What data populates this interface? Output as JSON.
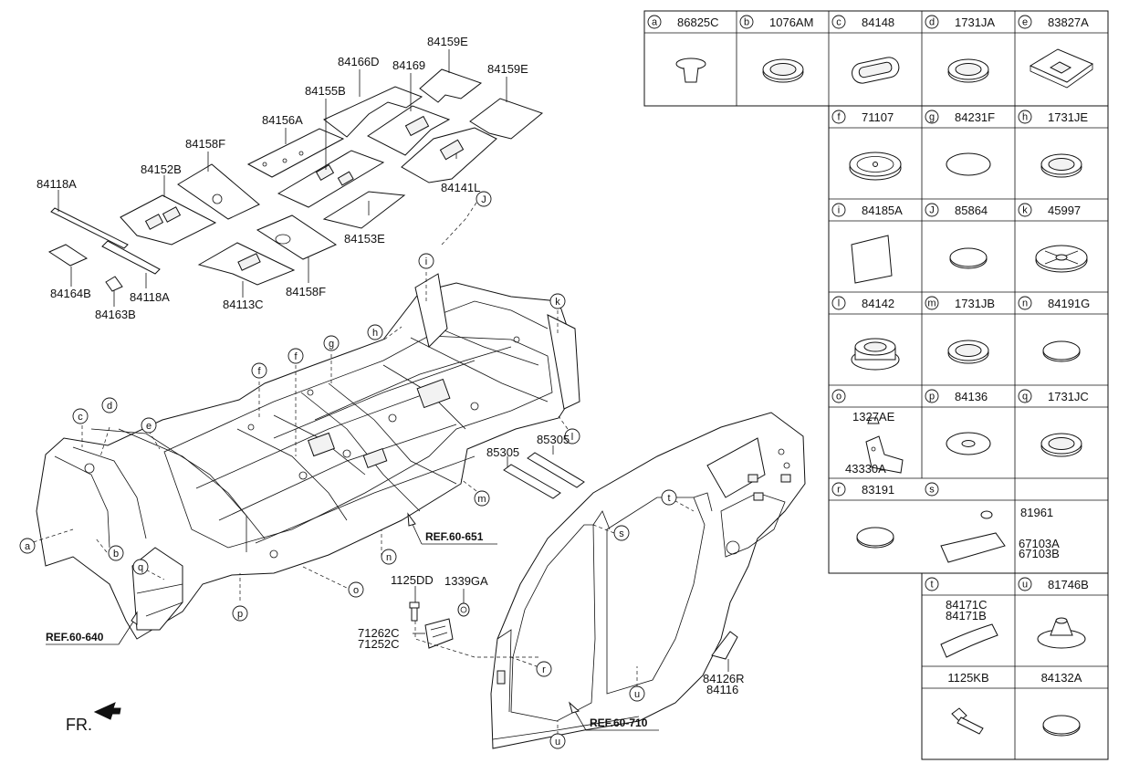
{
  "table_cells": [
    {
      "letter": "a",
      "code": "86825C",
      "icon": "push-clip"
    },
    {
      "letter": "b",
      "code": "1076AM",
      "icon": "round-plug"
    },
    {
      "letter": "c",
      "code": "84148",
      "icon": "oval-plug"
    },
    {
      "letter": "d",
      "code": "1731JA",
      "icon": "round-plug"
    },
    {
      "letter": "e",
      "code": "83827A",
      "icon": "square-pad"
    },
    {
      "letter": "f",
      "code": "71107",
      "icon": "grooved-plug"
    },
    {
      "letter": "g",
      "code": "84231F",
      "icon": "flat-oval"
    },
    {
      "letter": "h",
      "code": "1731JE",
      "icon": "round-plug"
    },
    {
      "letter": "i",
      "code": "84185A",
      "icon": "square-sheet"
    },
    {
      "letter": "J",
      "code": "85864",
      "icon": "flat-disc"
    },
    {
      "letter": "k",
      "code": "45997",
      "icon": "cross-plug"
    },
    {
      "letter": "l",
      "code": "84142",
      "icon": "deep-grommet"
    },
    {
      "letter": "m",
      "code": "1731JB",
      "icon": "round-plug"
    },
    {
      "letter": "n",
      "code": "84191G",
      "icon": "flat-disc"
    },
    {
      "letter": "o",
      "code": "",
      "icon": "bracket"
    },
    {
      "letter": "p",
      "code": "84136",
      "icon": "star-disc"
    },
    {
      "letter": "q",
      "code": "1731JC",
      "icon": "round-plug"
    },
    {
      "letter": "r",
      "code": "83191",
      "icon": "flat-disc"
    },
    {
      "letter": "s",
      "code": "",
      "icon": "pad-with-clip"
    },
    {
      "letter": "t",
      "code": "",
      "icon": "curved-pad"
    },
    {
      "letter": "u",
      "code": "81746B",
      "icon": "cone-grommet"
    },
    {
      "letter": "",
      "code": "1125KB",
      "icon": "bolt"
    },
    {
      "letter": "",
      "code": "84132A",
      "icon": "flat-disc"
    }
  ],
  "cell_extra": {
    "o_nut": "1327AE",
    "o_bracket": "43330A",
    "s_clip": "81961",
    "s_pad_1": "67103A",
    "s_pad_2": "67103B",
    "t_pad_1": "84171C",
    "t_pad_2": "84171B"
  },
  "part_labels": {
    "p84159E_1": "84159E",
    "p84159E_2": "84159E",
    "p84166D": "84166D",
    "p84169": "84169",
    "p84155B": "84155B",
    "p84156A": "84156A",
    "p84158F_1": "84158F",
    "p84152B": "84152B",
    "p84118A_1": "84118A",
    "p84141L": "84141L",
    "p84153E": "84153E",
    "p84164B": "84164B",
    "p84118A_2": "84118A",
    "p84163B": "84163B",
    "p84113C": "84113C",
    "p84158F_2": "84158F",
    "p85305_1": "85305",
    "p85305_2": "85305",
    "p1125DD": "1125DD",
    "p1339GA": "1339GA",
    "p71262C": "71262C",
    "p71252C": "71252C",
    "p84126R": "84126R",
    "p84116": "84116"
  },
  "callouts": [
    "a",
    "b",
    "c",
    "d",
    "e",
    "f",
    "f",
    "g",
    "h",
    "i",
    "J",
    "k",
    "l",
    "m",
    "n",
    "o",
    "p",
    "q",
    "r",
    "s",
    "t",
    "u",
    "u"
  ],
  "refs": {
    "ref1": "REF.60-651",
    "ref2": "REF.60-640",
    "ref3": "REF.60-710"
  },
  "direction": "FR."
}
